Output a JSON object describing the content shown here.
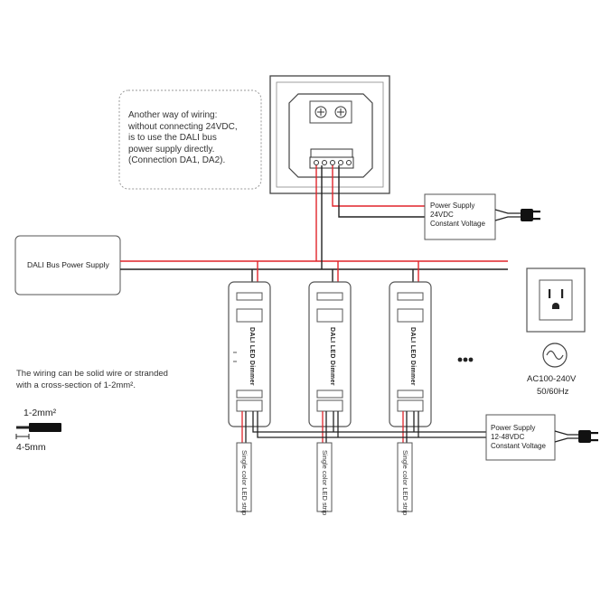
{
  "callout": {
    "lines": [
      "Another way of wiring:",
      "without connecting 24VDC,",
      "is to use the DALI bus",
      "power supply directly.",
      "(Connection DA1, DA2)."
    ]
  },
  "dali_bus_power_supply": "DALI Bus Power Supply",
  "power_supply_24": {
    "lines": [
      "Power Supply",
      "24VDC",
      "Constant Voltage"
    ]
  },
  "power_supply_12_48": {
    "lines": [
      "Power Supply",
      "12-48VDC",
      "Constant Voltage"
    ]
  },
  "dimmer_label": "DALI LED Dimmer",
  "strip_label": "Single color LED strip",
  "ellipsis": "...",
  "ac": {
    "line1": "AC100-240V",
    "line2": "50/60Hz"
  },
  "wiring_note": {
    "lines": [
      "The wiring can be solid wire or stranded",
      "with a cross-section of 1-2mm²."
    ]
  },
  "wire_spec": {
    "cross_section": "1-2mm²",
    "strip_length": "4-5mm"
  },
  "colors": {
    "red_wire": "#e0242a",
    "black_wire": "#222222",
    "outline": "#555555"
  },
  "icons": [
    "wall-panel-icon",
    "power-plug-icon",
    "wall-outlet-icon",
    "ac-sine-icon",
    "wire-icon"
  ]
}
